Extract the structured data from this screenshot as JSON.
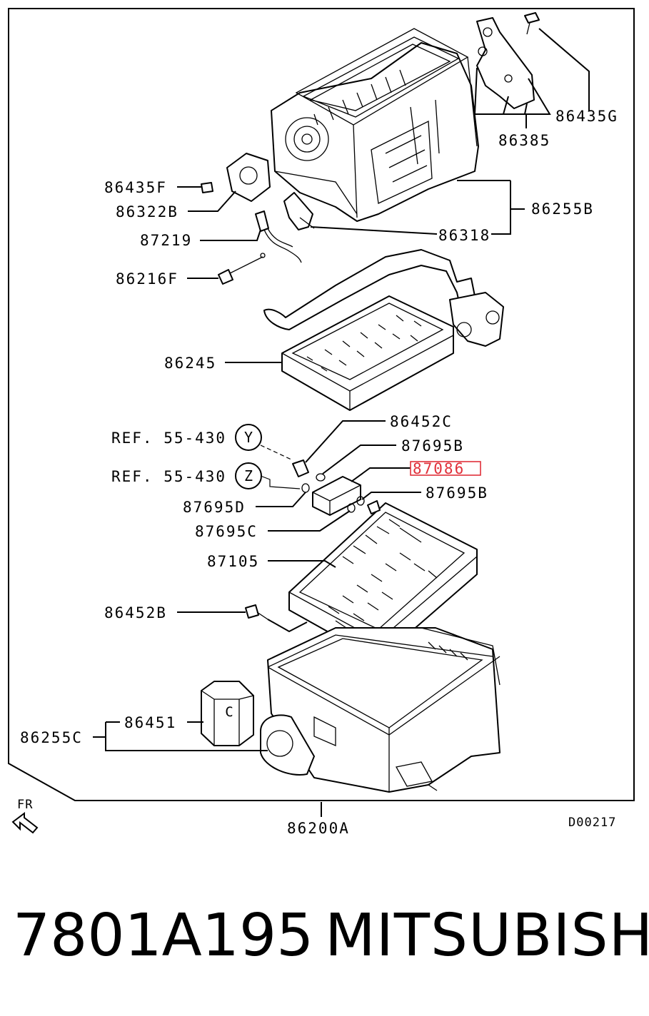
{
  "diagram": {
    "code": "D00217",
    "orientation_label": "FR",
    "callouts": {
      "c86435G": "86435G",
      "c86385": "86385",
      "c86435F": "86435F",
      "c86322B": "86322B",
      "c86255B": "86255B",
      "c87219": "87219",
      "c86318": "86318",
      "c86216F": "86216F",
      "c86245": "86245",
      "c86452C": "86452C",
      "c87695B_1": "87695B",
      "c87086": "87086",
      "c87695B_2": "87695B",
      "c87695D": "87695D",
      "c87695C": "87695C",
      "c87105": "87105",
      "c86452B": "86452B",
      "c86451": "86451",
      "c86255C": "86255C",
      "c86200A": "86200A"
    },
    "references": {
      "ref_y": "REF. 55-430",
      "ref_z": "REF. 55-430",
      "marker_y": "Y",
      "marker_z": "Z",
      "marker_c": "C"
    },
    "highlight_color": "#e0303a"
  },
  "footer": {
    "part_number": "7801A195",
    "brand": "MITSUBISHI"
  }
}
